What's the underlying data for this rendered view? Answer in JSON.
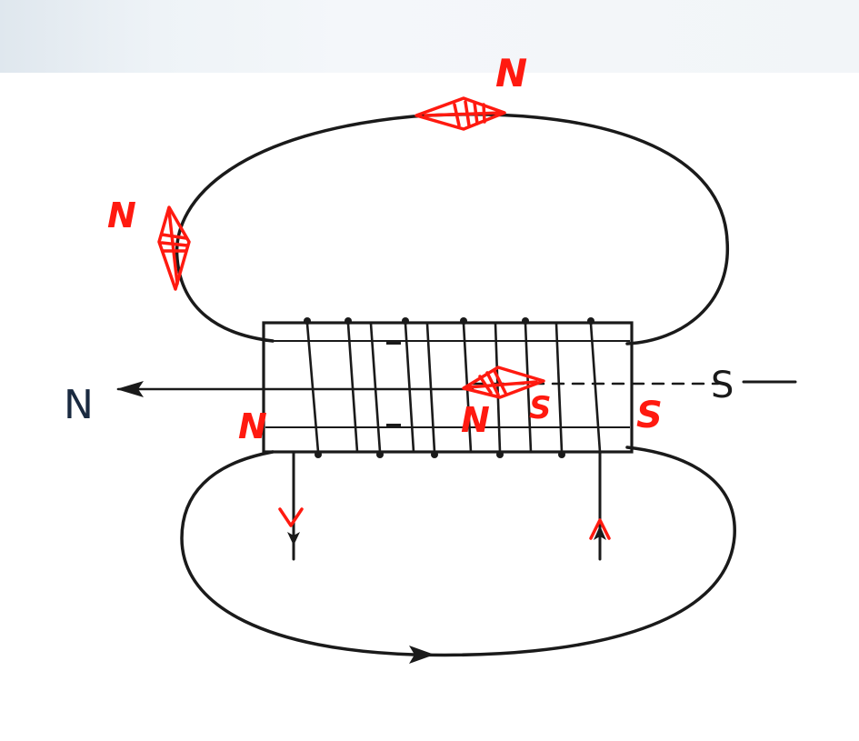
{
  "diagram": {
    "pole_left_label": "N",
    "pole_right_label": "S",
    "colors": {
      "ink": "#1a1a1a",
      "annotation": "#ff1a10",
      "background": "#ffffff"
    }
  },
  "annotations": {
    "top_compass_label": "N",
    "left_compass_label": "N",
    "coil_left_end_label": "N",
    "coil_right_end_label": "S",
    "inner_compass_north_label": "N",
    "inner_compass_south_label": "S"
  }
}
